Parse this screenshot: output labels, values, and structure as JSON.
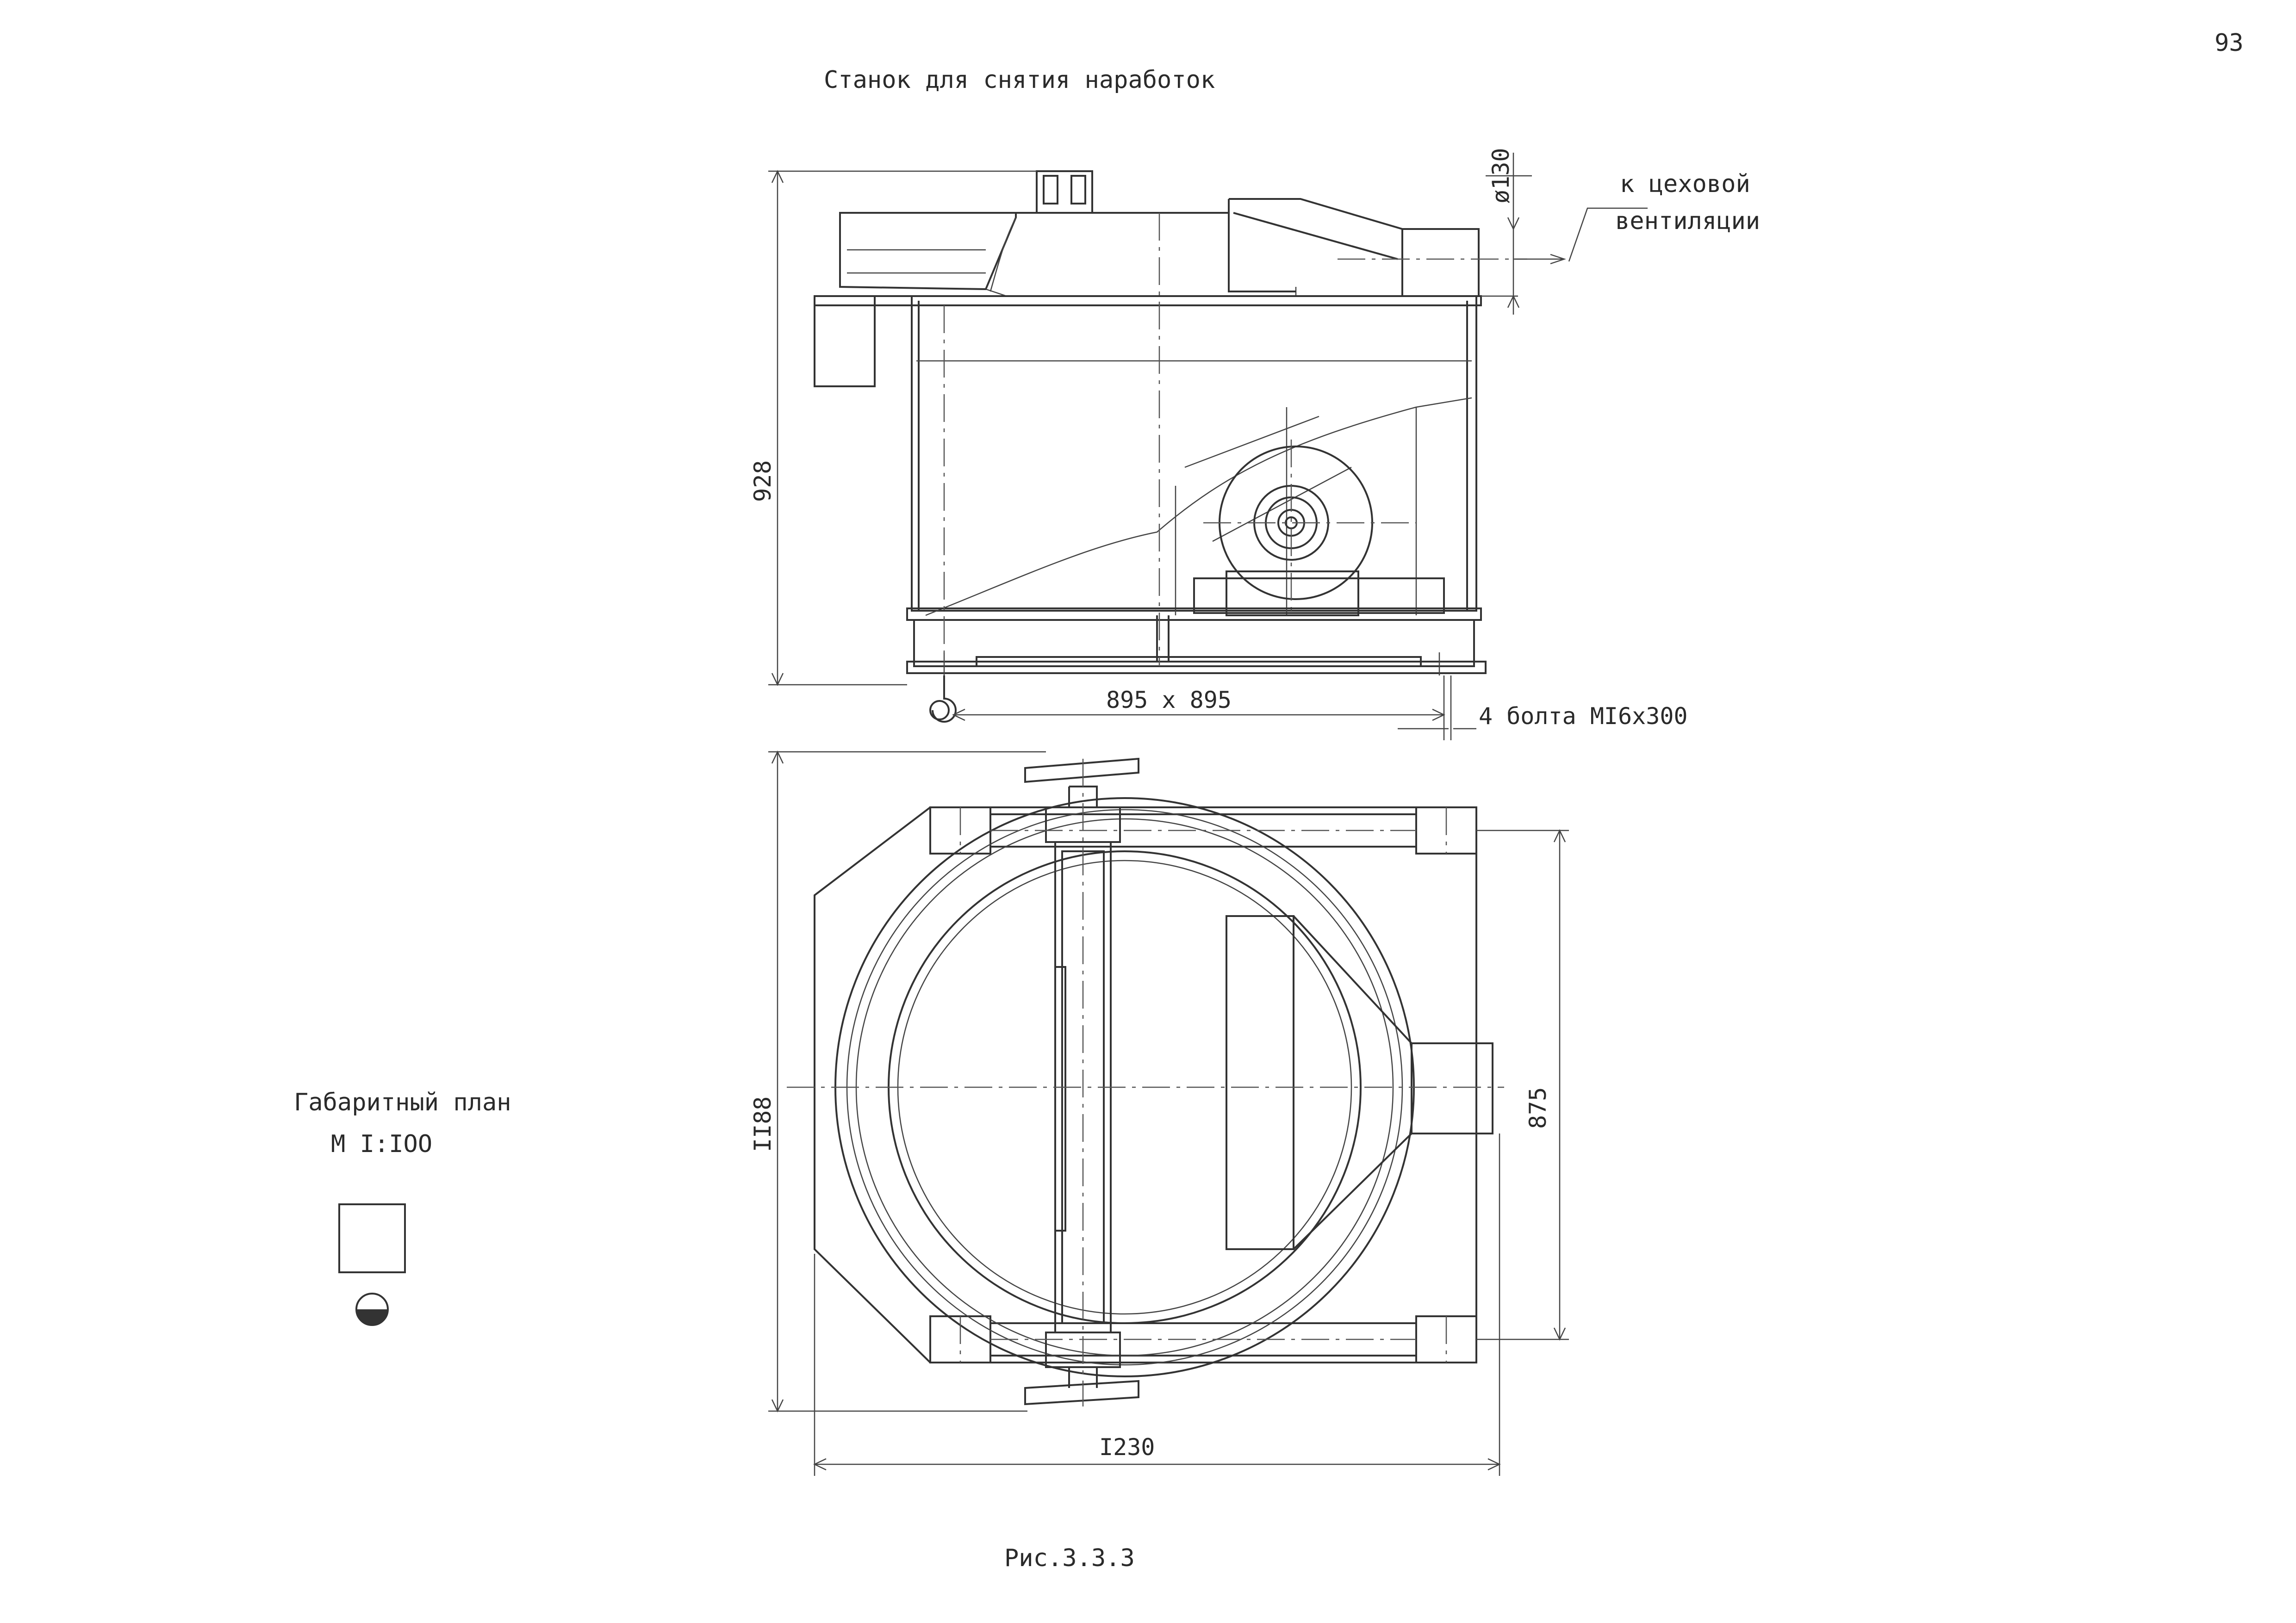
{
  "page_number": "93",
  "title": "Станок для снятия наработок",
  "ventilation_note": [
    "к цеховой",
    "вентиляции"
  ],
  "dimensions": {
    "duct_diameter": "ø130",
    "height": "928",
    "base": "895 х 895",
    "bolts": "4 болта МI6х300",
    "depth": "II88",
    "width": "I230",
    "pitch": "875"
  },
  "legend": {
    "title": "Габаритный план",
    "scale": "М I:IOO"
  },
  "caption": "Рис.3.3.3"
}
